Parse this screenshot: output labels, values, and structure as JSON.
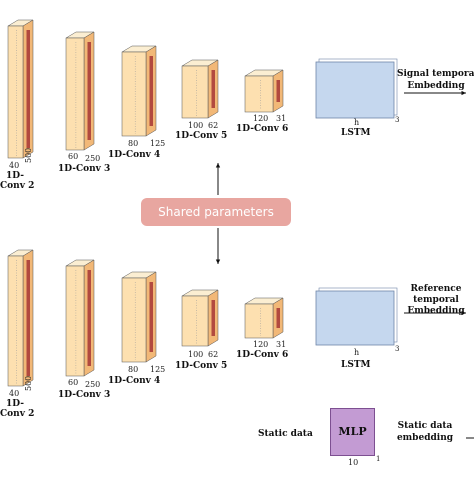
{
  "branches": [
    {
      "conv_layers": [
        {
          "label": "1D-\nConv 2",
          "dims": [
            "40",
            "500"
          ]
        },
        {
          "label": "1D-Conv 3",
          "dims": [
            "60",
            "250"
          ]
        },
        {
          "label": "1D-Conv 4",
          "dims": [
            "80",
            "125"
          ]
        },
        {
          "label": "1D-Conv 5",
          "dims": [
            "100",
            "62"
          ]
        },
        {
          "label": "1D-Conv 6",
          "dims": [
            "120",
            "31"
          ]
        }
      ],
      "lstm": {
        "label": "LSTM",
        "h": "h",
        "n": "3"
      },
      "output": "Signal temporal\nEmbedding"
    },
    {
      "conv_layers": [
        {
          "label": "1D-\nConv 2",
          "dims": [
            "40",
            "500"
          ]
        },
        {
          "label": "1D-Conv 3",
          "dims": [
            "60",
            "250"
          ]
        },
        {
          "label": "1D-Conv 4",
          "dims": [
            "80",
            "125"
          ]
        },
        {
          "label": "1D-Conv 5",
          "dims": [
            "100",
            "62"
          ]
        },
        {
          "label": "1D-Conv 6",
          "dims": [
            "120",
            "31"
          ]
        }
      ],
      "lstm": {
        "label": "LSTM",
        "h": "h",
        "n": "3"
      },
      "output": "Reference\ntemporal\nEmbedding"
    }
  ],
  "shared_parameters": "Shared parameters",
  "static": {
    "input": "Static data",
    "mlp": "MLP",
    "mlp_dim": "10",
    "mlp_dim2": "1",
    "output": "Static data\nembedding"
  },
  "colors": {
    "block_front": "#fde0b0",
    "block_side": "#f2b877",
    "block_top": "#fbeed2",
    "red_stripe": "#b24a3f",
    "lstm_fill": "#c5d7ee",
    "lstm_border": "#6f86a8",
    "shared_box": "#e8a6a0",
    "mlp_fill": "#c39bd3"
  }
}
